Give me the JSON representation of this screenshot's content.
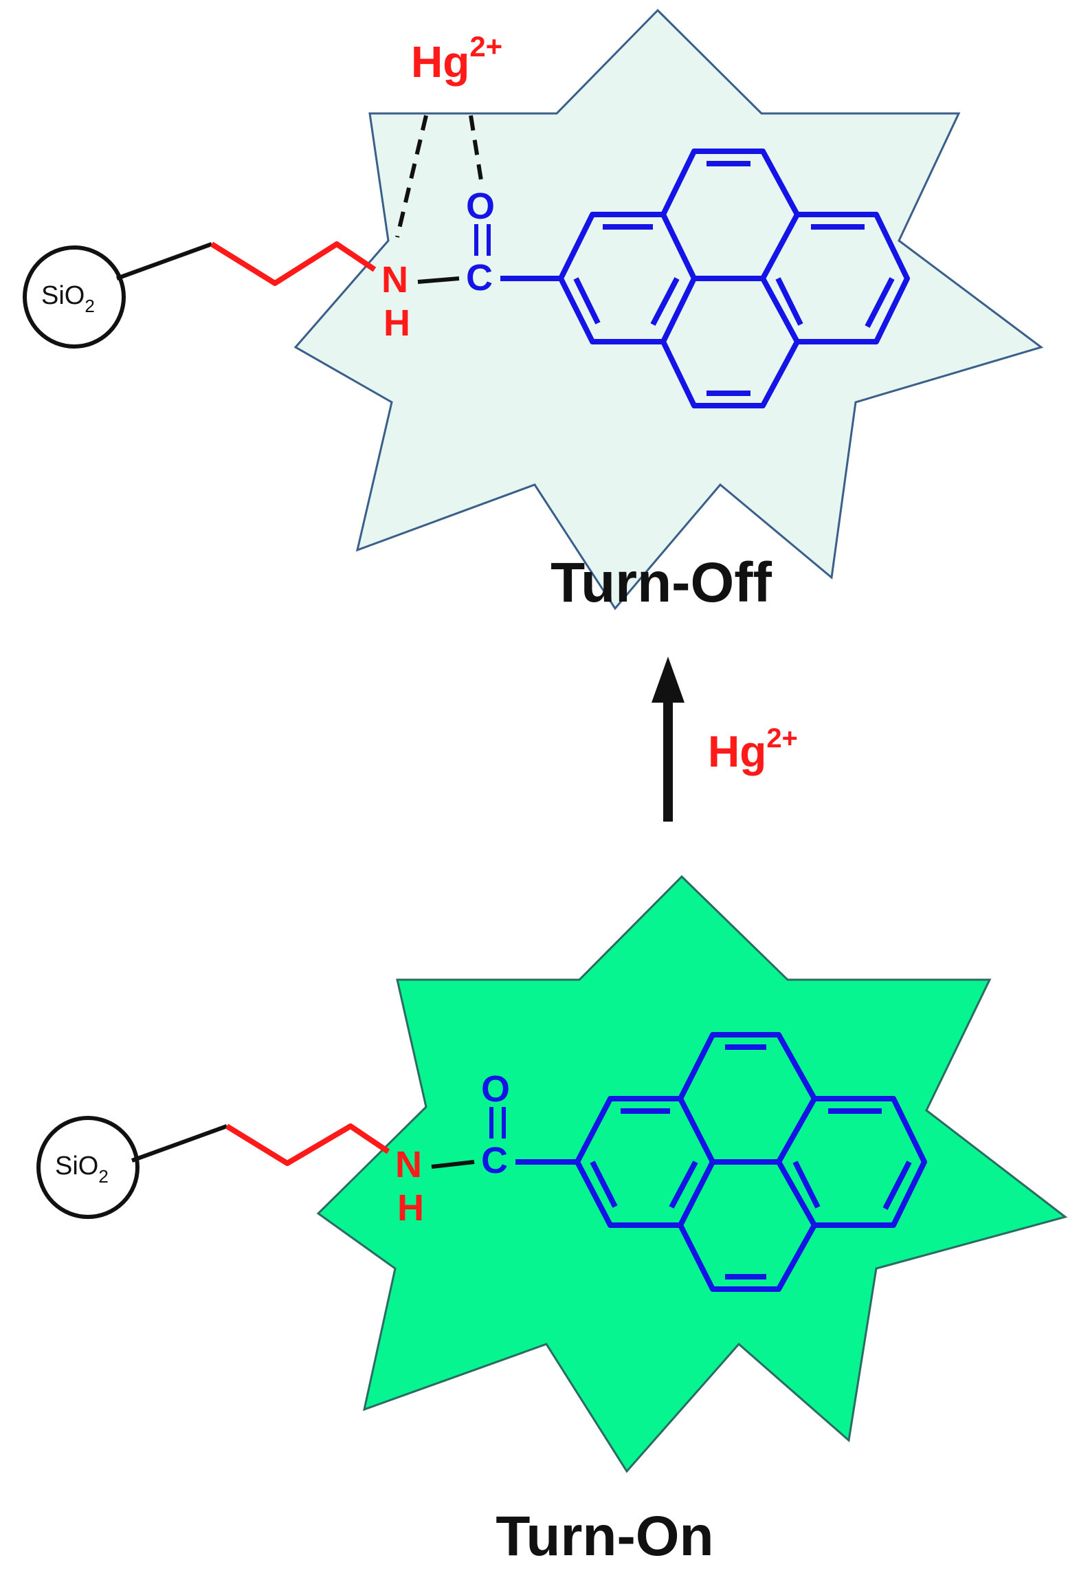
{
  "top_panel": {
    "state_label": "Turn-Off",
    "star_fill": "#e8f6f1",
    "ion": {
      "symbol": "Hg",
      "charge": "2+"
    }
  },
  "bottom_panel": {
    "state_label": "Turn-On",
    "star_fill": "#06f590"
  },
  "reaction_arrow": {
    "reagent": {
      "symbol": "Hg",
      "charge": "2+"
    }
  },
  "molecule": {
    "particle_label": {
      "main": "SiO",
      "subscript": "2"
    },
    "amide_n": "N",
    "amide_h": "H",
    "carbonyl_c": "C",
    "carbonyl_o": "O"
  },
  "colors": {
    "molecule": "#1414e6",
    "linker": "#ff1a1a",
    "ion": "#ff1a1a",
    "bond": "#111111",
    "star_stroke": "#3a5f8a"
  }
}
